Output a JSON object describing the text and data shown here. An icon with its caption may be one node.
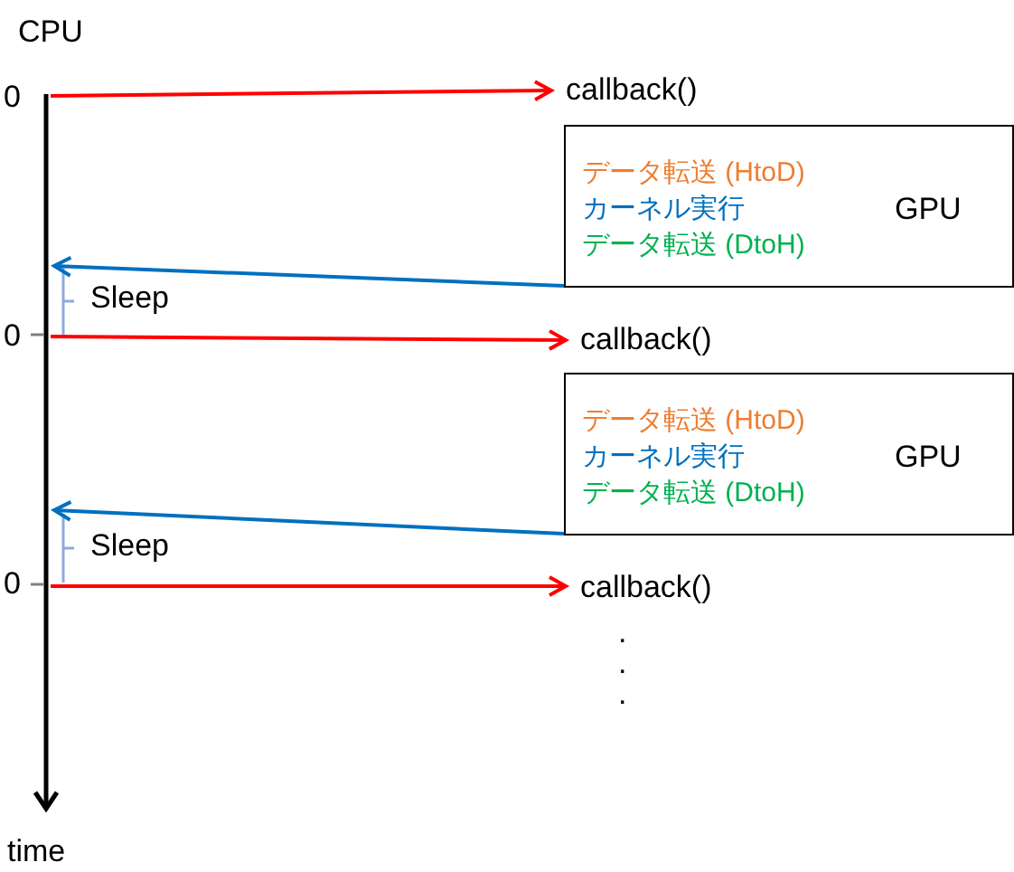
{
  "diagram": {
    "nodes": [
      {
        "text": [],
        "shape": "line"
      },
      {
        "text": [
          "callback()"
        ]
      },
      {
        "text": [
          "データ転送 (HtoD)",
          "カーネル実行",
          "データ転送 (DtoH)",
          "GPU"
        ]
      },
      {
        "text": [
          "callback()"
        ]
      },
      {
        "text": [
          "データ転送 (HtoD)",
          "カーネル実行",
          "データ転送 (DtoH)",
          "GPU"
        ]
      },
      {
        "text": [
          "callback()"
        ]
      }
    ],
    "edges": [
      {
        "from": 0,
        "to": 1,
        "arrow": "to",
        "color": "#ff0000"
      },
      {
        "from": 2,
        "to": 0,
        "arrow": "to",
        "color": "#0070c0"
      },
      {
        "from": 0,
        "to": 3,
        "arrow": "to",
        "color": "#ff0000"
      },
      {
        "from": 4,
        "to": 0,
        "arrow": "to",
        "color": "#0070c0"
      },
      {
        "from": 0,
        "to": 5,
        "arrow": "to",
        "color": "#ff0000"
      }
    ],
    "labels": [
      "CPU",
      "0",
      "0",
      "Sleep",
      "0",
      "Sleep",
      ".",
      ".",
      ".",
      "time"
    ]
  }
}
